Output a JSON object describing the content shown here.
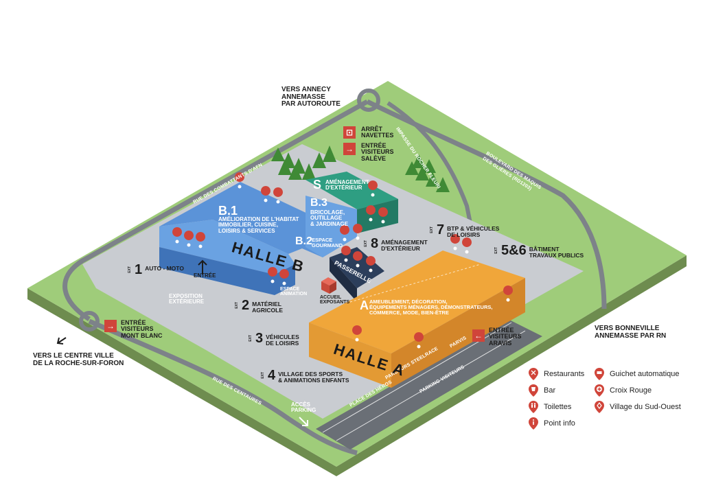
{
  "directions": {
    "annecy": [
      "VERS ANNECY",
      "ANNEMASSE",
      "PAR AUTOROUTE"
    ],
    "centre": [
      "VERS LE CENTRE VILLE",
      "DE LA ROCHE-SUR-FORON"
    ],
    "bonneville": [
      "VERS BONNEVILLE",
      "ANNEMASSE PAR RN"
    ]
  },
  "entries": {
    "navettes": [
      "ARRÊT",
      "NAVETTES"
    ],
    "saleve": [
      "ENTRÉE",
      "VISITEURS",
      "SALÈVE"
    ],
    "montblanc": [
      "ENTRÉE",
      "VISITEURS",
      "MONT BLANC"
    ],
    "aravis": [
      "ENTRÉE",
      "VISITEURS",
      "ARAVIS"
    ],
    "entree": "ENTRÉE",
    "parking": [
      "ACCÈS",
      "PARKING"
    ]
  },
  "roads": {
    "combattants": "RUE DES COMBATTANTS D'AFN",
    "rocher": "IMPASSE DU ROCHER FLEURI",
    "boulevard": [
      "BOULEVARD DES MAQUIS",
      "DES GLIÈRES (RD1203)"
    ],
    "centaures": "RUE DES CENTAURES",
    "heros": "PLACE DES HÉROS",
    "steelrace": "PARCOURS STEELRACE",
    "parvis": "PARVIS",
    "parking_visiteurs": "PARKING VISITEURS"
  },
  "halls": {
    "b": "HALLE B",
    "a": "HALLE A",
    "passerelle": "PASSERELLE",
    "b1_code": "B.1",
    "b1_text": [
      "AMÉLIORATION DE L'HABITAT",
      "IMMOBILIER, CUISINE,",
      "LOISIRS & SERVICES"
    ],
    "b2_code": "B.2",
    "b2_text": [
      "ESPACE",
      "GOURMAND"
    ],
    "b3_code": "B.3",
    "b3_text": [
      "BRICOLAGE,",
      "OUTILLAGE",
      "& JARDINAGE"
    ],
    "s_code": "S",
    "s_text": [
      "AMÉNAGEMENT",
      "D'EXTÉRIEUR"
    ],
    "a_code": "A",
    "a_text": [
      "AMEUBLEMENT, DÉCORATION,",
      "ÉQUIPEMENTS MÉNAGERS, DÉMONSTRATEURS,",
      "COMMERCE, MODE, BIEN-ÊTRE"
    ],
    "espace_animation": [
      "ESPACE",
      "ANIMATION"
    ],
    "accueil": [
      "ACCUEIL",
      "EXPOSANTS"
    ],
    "exposition": [
      "EXPOSITION",
      "EXTÉRIEURE"
    ]
  },
  "zones": [
    {
      "ext": "EXT",
      "num": "1",
      "label": [
        "AUTO - MOTO"
      ]
    },
    {
      "ext": "EXT",
      "num": "2",
      "label": [
        "MATÉRIEL",
        "AGRICOLE"
      ]
    },
    {
      "ext": "EXT",
      "num": "3",
      "label": [
        "VÉHICULES",
        "DE LOISIRS"
      ]
    },
    {
      "ext": "EXT",
      "num": "4",
      "label": [
        "VILLAGE DES SPORTS",
        "& ANIMATIONS ENFANTS"
      ]
    },
    {
      "ext": "EXT",
      "num": "5&6",
      "label": [
        "BÂTIMENT",
        "TRAVAUX PUBLICS"
      ]
    },
    {
      "ext": "EXT",
      "num": "7",
      "label": [
        "BTP & VÉHICULES",
        "DE LOISIRS"
      ]
    },
    {
      "ext": "EXT",
      "num": "8",
      "label": [
        "AMÉNAGEMENT",
        "D'EXTÉRIEUR"
      ]
    }
  ],
  "legend": [
    {
      "label": "Restaurants",
      "icon": "cutlery-icon"
    },
    {
      "label": "Guichet automatique",
      "icon": "atm-icon"
    },
    {
      "label": "Bar",
      "icon": "cup-icon"
    },
    {
      "label": "Croix Rouge",
      "icon": "red-cross-icon"
    },
    {
      "label": "Toilettes",
      "icon": "toilets-icon"
    },
    {
      "label": "Village du Sud-Ouest",
      "icon": "village-icon"
    },
    {
      "label": "Point info",
      "icon": "info-icon"
    }
  ],
  "colors": {
    "grass": "#9fcc7a",
    "grass_side": "#6e8c4f",
    "ground": "#c9ccd1",
    "road": "#7d8289",
    "halle_b": "#5b93d8",
    "halle_b_dark": "#3f73b8",
    "halle_s": "#2e9e82",
    "halle_a": "#f0a63a",
    "halle_a_dark": "#d3862a",
    "passerelle": "#2c3e5b",
    "pin": "#d0453a",
    "parking": "#6a6f76"
  }
}
